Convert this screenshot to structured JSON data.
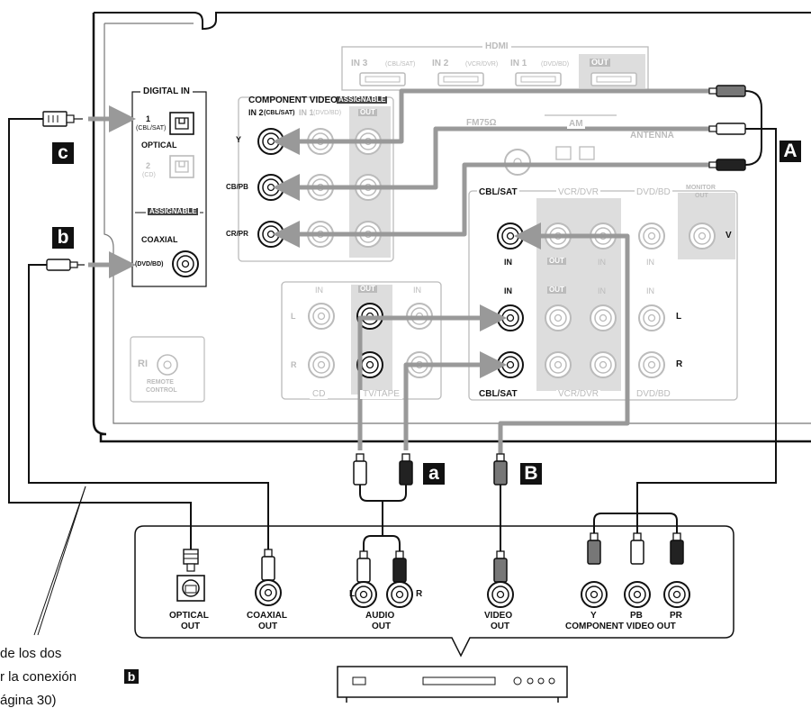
{
  "receiver": {
    "hdmi": {
      "title": "HDMI",
      "in3": "IN 3",
      "in3_sub": "(CBL/SAT)",
      "in2": "IN 2",
      "in2_sub": "(VCR/DVR)",
      "in1": "IN 1",
      "in1_sub": "(DVD/BD)",
      "out": "OUT"
    },
    "digital_in": {
      "title": "DIGITAL IN",
      "opt1_num": "1",
      "opt1_sub": "(CBL/SAT)",
      "optical": "OPTICAL",
      "opt2_num": "2",
      "opt2_sub": "(CD)",
      "assignable": "ASSIGNABLE",
      "coaxial": "COAXIAL",
      "coax_sub": "(DVD/BD)"
    },
    "component": {
      "title": "COMPONENT VIDEO",
      "assignable": "ASSIGNABLE",
      "in2": "IN 2",
      "in2_sub": "(CBL/SAT)",
      "in1": "IN 1",
      "in1_sub": "(DVD/BD)",
      "out": "OUT",
      "y": "Y",
      "cb": "CB/PB",
      "cr": "CR/PR"
    },
    "antenna": {
      "fm": "FM75Ω",
      "am": "AM",
      "label": "ANTENNA"
    },
    "video_section": {
      "cbl_sat": "CBL/SAT",
      "vcr_dvr": "VCR/DVR",
      "dvd_bd": "DVD/BD",
      "monitor": "MONITOR",
      "monitor_out": "OUT",
      "in": "IN",
      "out": "OUT",
      "v": "V",
      "in_label": "IN",
      "l": "L",
      "r": "R"
    },
    "audio_section": {
      "in": "IN",
      "out": "OUT",
      "l": "L",
      "r": "R",
      "cd": "CD",
      "tv_tape": "TV/TAPE"
    },
    "remote": {
      "ri": "RI",
      "label1": "REMOTE",
      "label2": "CONTROL"
    }
  },
  "badges": {
    "a": "a",
    "b": "b",
    "c": "c",
    "A": "A",
    "B": "B"
  },
  "player": {
    "optical": "OPTICAL",
    "optical_out": "OUT",
    "coaxial": "COAXIAL",
    "coaxial_out": "OUT",
    "audio": "AUDIO",
    "audio_out": "OUT",
    "l": "L",
    "r": "R",
    "video": "VIDEO",
    "video_out": "OUT",
    "y": "Y",
    "pb": "PB",
    "pr": "PR",
    "component": "COMPONENT VIDEO OUT"
  },
  "note": {
    "line1": "de los dos",
    "line2": "r la conexión",
    "badge": "b",
    "line3": "ágina 30)"
  }
}
